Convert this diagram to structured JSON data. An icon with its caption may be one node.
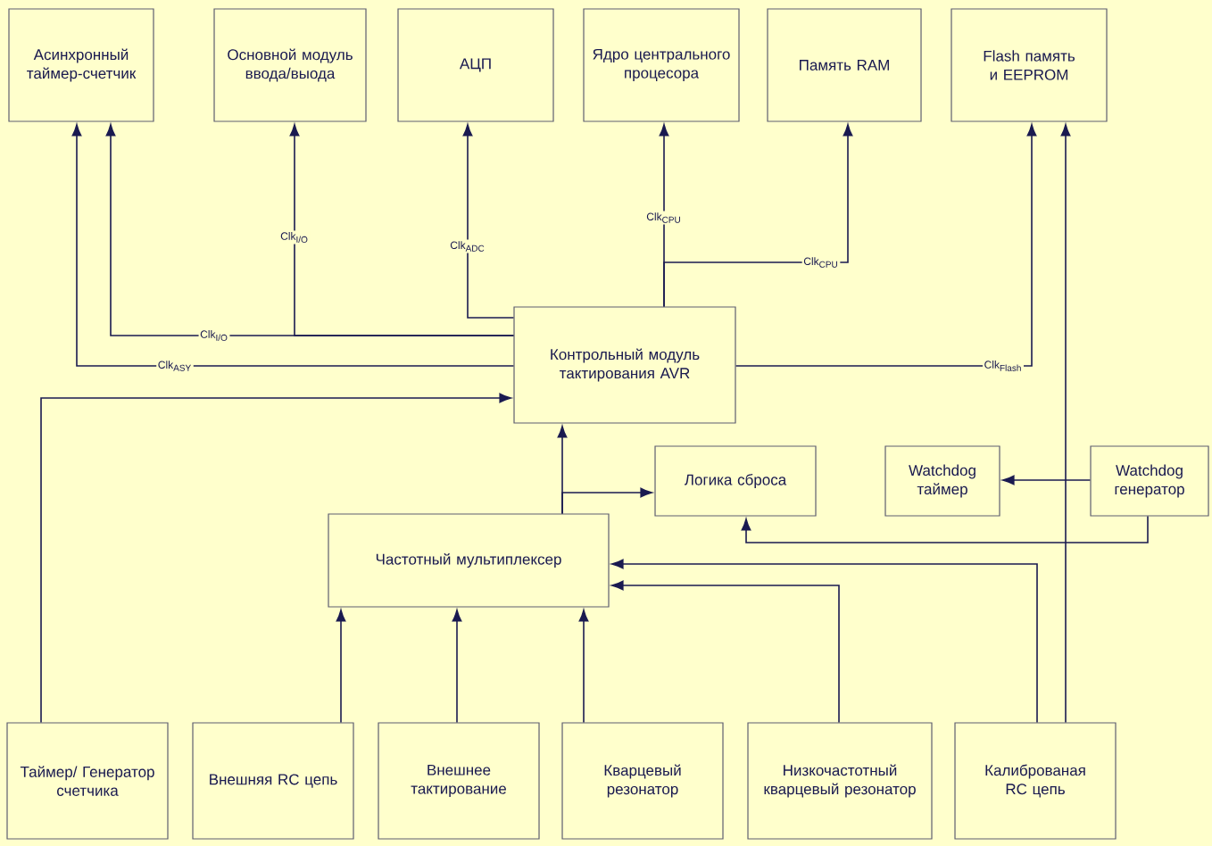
{
  "diagram": {
    "nodes": [
      {
        "text": [
          "Асинхронный таймер-счетчик"
        ]
      },
      {
        "text": [
          "Основной модуль ввода/выода"
        ]
      },
      {
        "text": [
          "АЦП"
        ]
      },
      {
        "text": [
          "Ядро центрального процесора"
        ]
      },
      {
        "text": [
          "Память RAM"
        ]
      },
      {
        "text": [
          "Flash память и EEPROM"
        ]
      },
      {
        "text": [
          "Контрольный модуль тактирования AVR"
        ]
      },
      {
        "text": [
          "Логика сброса"
        ]
      },
      {
        "text": [
          "Watchdog таймер"
        ]
      },
      {
        "text": [
          "Watchdog генератор"
        ]
      },
      {
        "text": [
          "Частотный мультиплексер"
        ]
      },
      {
        "text": [
          "Таймер/ Генератор счетчика"
        ]
      },
      {
        "text": [
          "Внешняя RC цепь"
        ]
      },
      {
        "text": [
          "Внешнее тактирование"
        ]
      },
      {
        "text": [
          "Кварцевый резонатор"
        ]
      },
      {
        "text": [
          "Низкочастотный кварцевый резонатор"
        ]
      },
      {
        "text": [
          "Калиброваная RC цепь"
        ]
      }
    ],
    "edges": [
      {
        "from": 6,
        "to": 0,
        "arrow": "to",
        "label": "Clk$_{I/O}$"
      },
      {
        "from": 6,
        "to": 1,
        "arrow": "to",
        "label": "Clk$_{I/O}$"
      },
      {
        "from": 6,
        "to": 0,
        "arrow": "to",
        "label": "Clk$_{ASY}$"
      },
      {
        "from": 6,
        "to": 2,
        "arrow": "to",
        "label": "Clk$_{ADC}$"
      },
      {
        "from": 6,
        "to": 3,
        "arrow": "to",
        "label": "Clk$_{CPU}$"
      },
      {
        "from": 6,
        "to": 4,
        "arrow": "to",
        "label": "Clk$_{CPU}$"
      },
      {
        "from": 6,
        "to": 5,
        "arrow": "to",
        "label": "Clk$_{Flash}$"
      },
      {
        "from": 16,
        "to": 5,
        "arrow": "to"
      },
      {
        "from": 11,
        "to": 6,
        "arrow": "to"
      },
      {
        "from": 10,
        "to": 6,
        "arrow": "to"
      },
      {
        "from": 10,
        "to": 7,
        "arrow": "to"
      },
      {
        "from": 9,
        "to": 8,
        "arrow": "to"
      },
      {
        "from": 9,
        "to": 7,
        "arrow": "to"
      },
      {
        "from": 12,
        "to": 10,
        "arrow": "to"
      },
      {
        "from": 13,
        "to": 10,
        "arrow": "to"
      },
      {
        "from": 14,
        "to": 10,
        "arrow": "to"
      },
      {
        "from": 15,
        "to": 10,
        "arrow": "to"
      },
      {
        "from": 16,
        "to": 10,
        "arrow": "to"
      }
    ]
  }
}
